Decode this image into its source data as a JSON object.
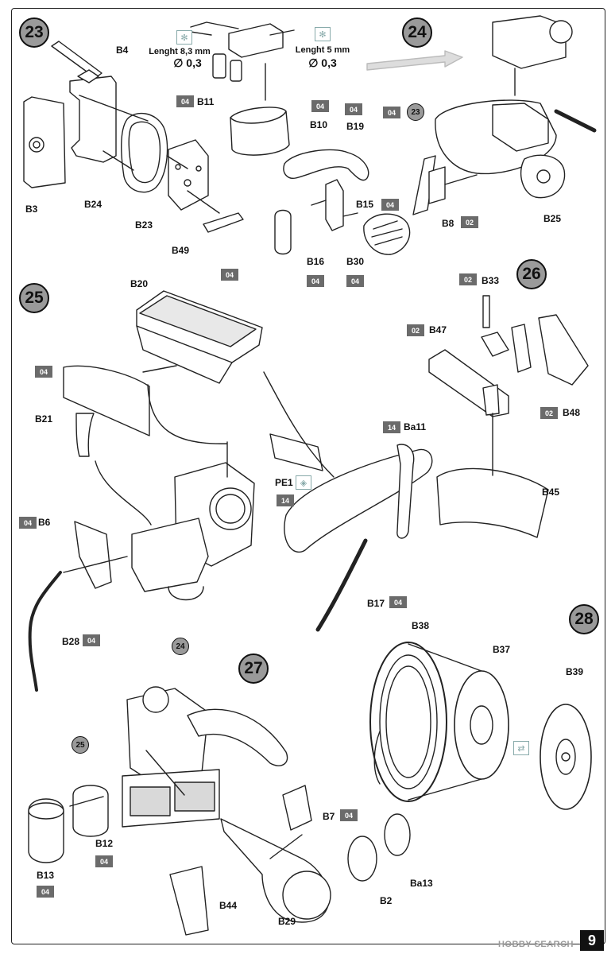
{
  "page": {
    "number": "9",
    "watermark": "HOBBY SEARCH"
  },
  "steps": {
    "s23": "23",
    "s24": "24",
    "s25": "25",
    "s26": "26",
    "s27": "27",
    "s28": "28"
  },
  "refs": {
    "r23": "23",
    "r24": "24",
    "r25": "25"
  },
  "notes": {
    "length_a": "Lenght 8,3 mm",
    "diam_a": "∅ 0,3",
    "length_b": "Lenght 5 mm",
    "diam_b": "∅ 0,3"
  },
  "labels": {
    "B4": "B4",
    "B3": "B3",
    "B24": "B24",
    "B23": "B23",
    "B49": "B49",
    "B11": "B11",
    "B10": "B10",
    "B19": "B19",
    "B15": "B15",
    "B16": "B16",
    "B30": "B30",
    "B8": "B8",
    "B25": "B25",
    "B20": "B20",
    "B21": "B21",
    "B6": "B6",
    "B28": "B28",
    "B17": "B17",
    "PE1": "PE1",
    "Ba11": "Ba11",
    "B33": "B33",
    "B47": "B47",
    "B48": "B48",
    "B45": "B45",
    "B12": "B12",
    "B13": "B13",
    "B44": "B44",
    "B29": "B29",
    "B7": "B7",
    "B2": "B2",
    "Ba13": "Ba13",
    "B38": "B38",
    "B37": "B37",
    "B39": "B39"
  },
  "badges": {
    "b_B11": "04",
    "b_B10": "04",
    "b_B19": "04",
    "b_B15": "04",
    "b_B16": "04",
    "b_B30": "04",
    "b_step24": "04",
    "b_B8": "02",
    "b_B20": "04",
    "b_B21": "04",
    "b_B6": "04",
    "b_B28": "04",
    "b_PE1": "14",
    "b_Ba11": "14",
    "b_B17": "04",
    "b_B33": "02",
    "b_B47": "02",
    "b_B48": "02",
    "b_B7": "04",
    "b_B12": "04",
    "b_B13": "04"
  }
}
